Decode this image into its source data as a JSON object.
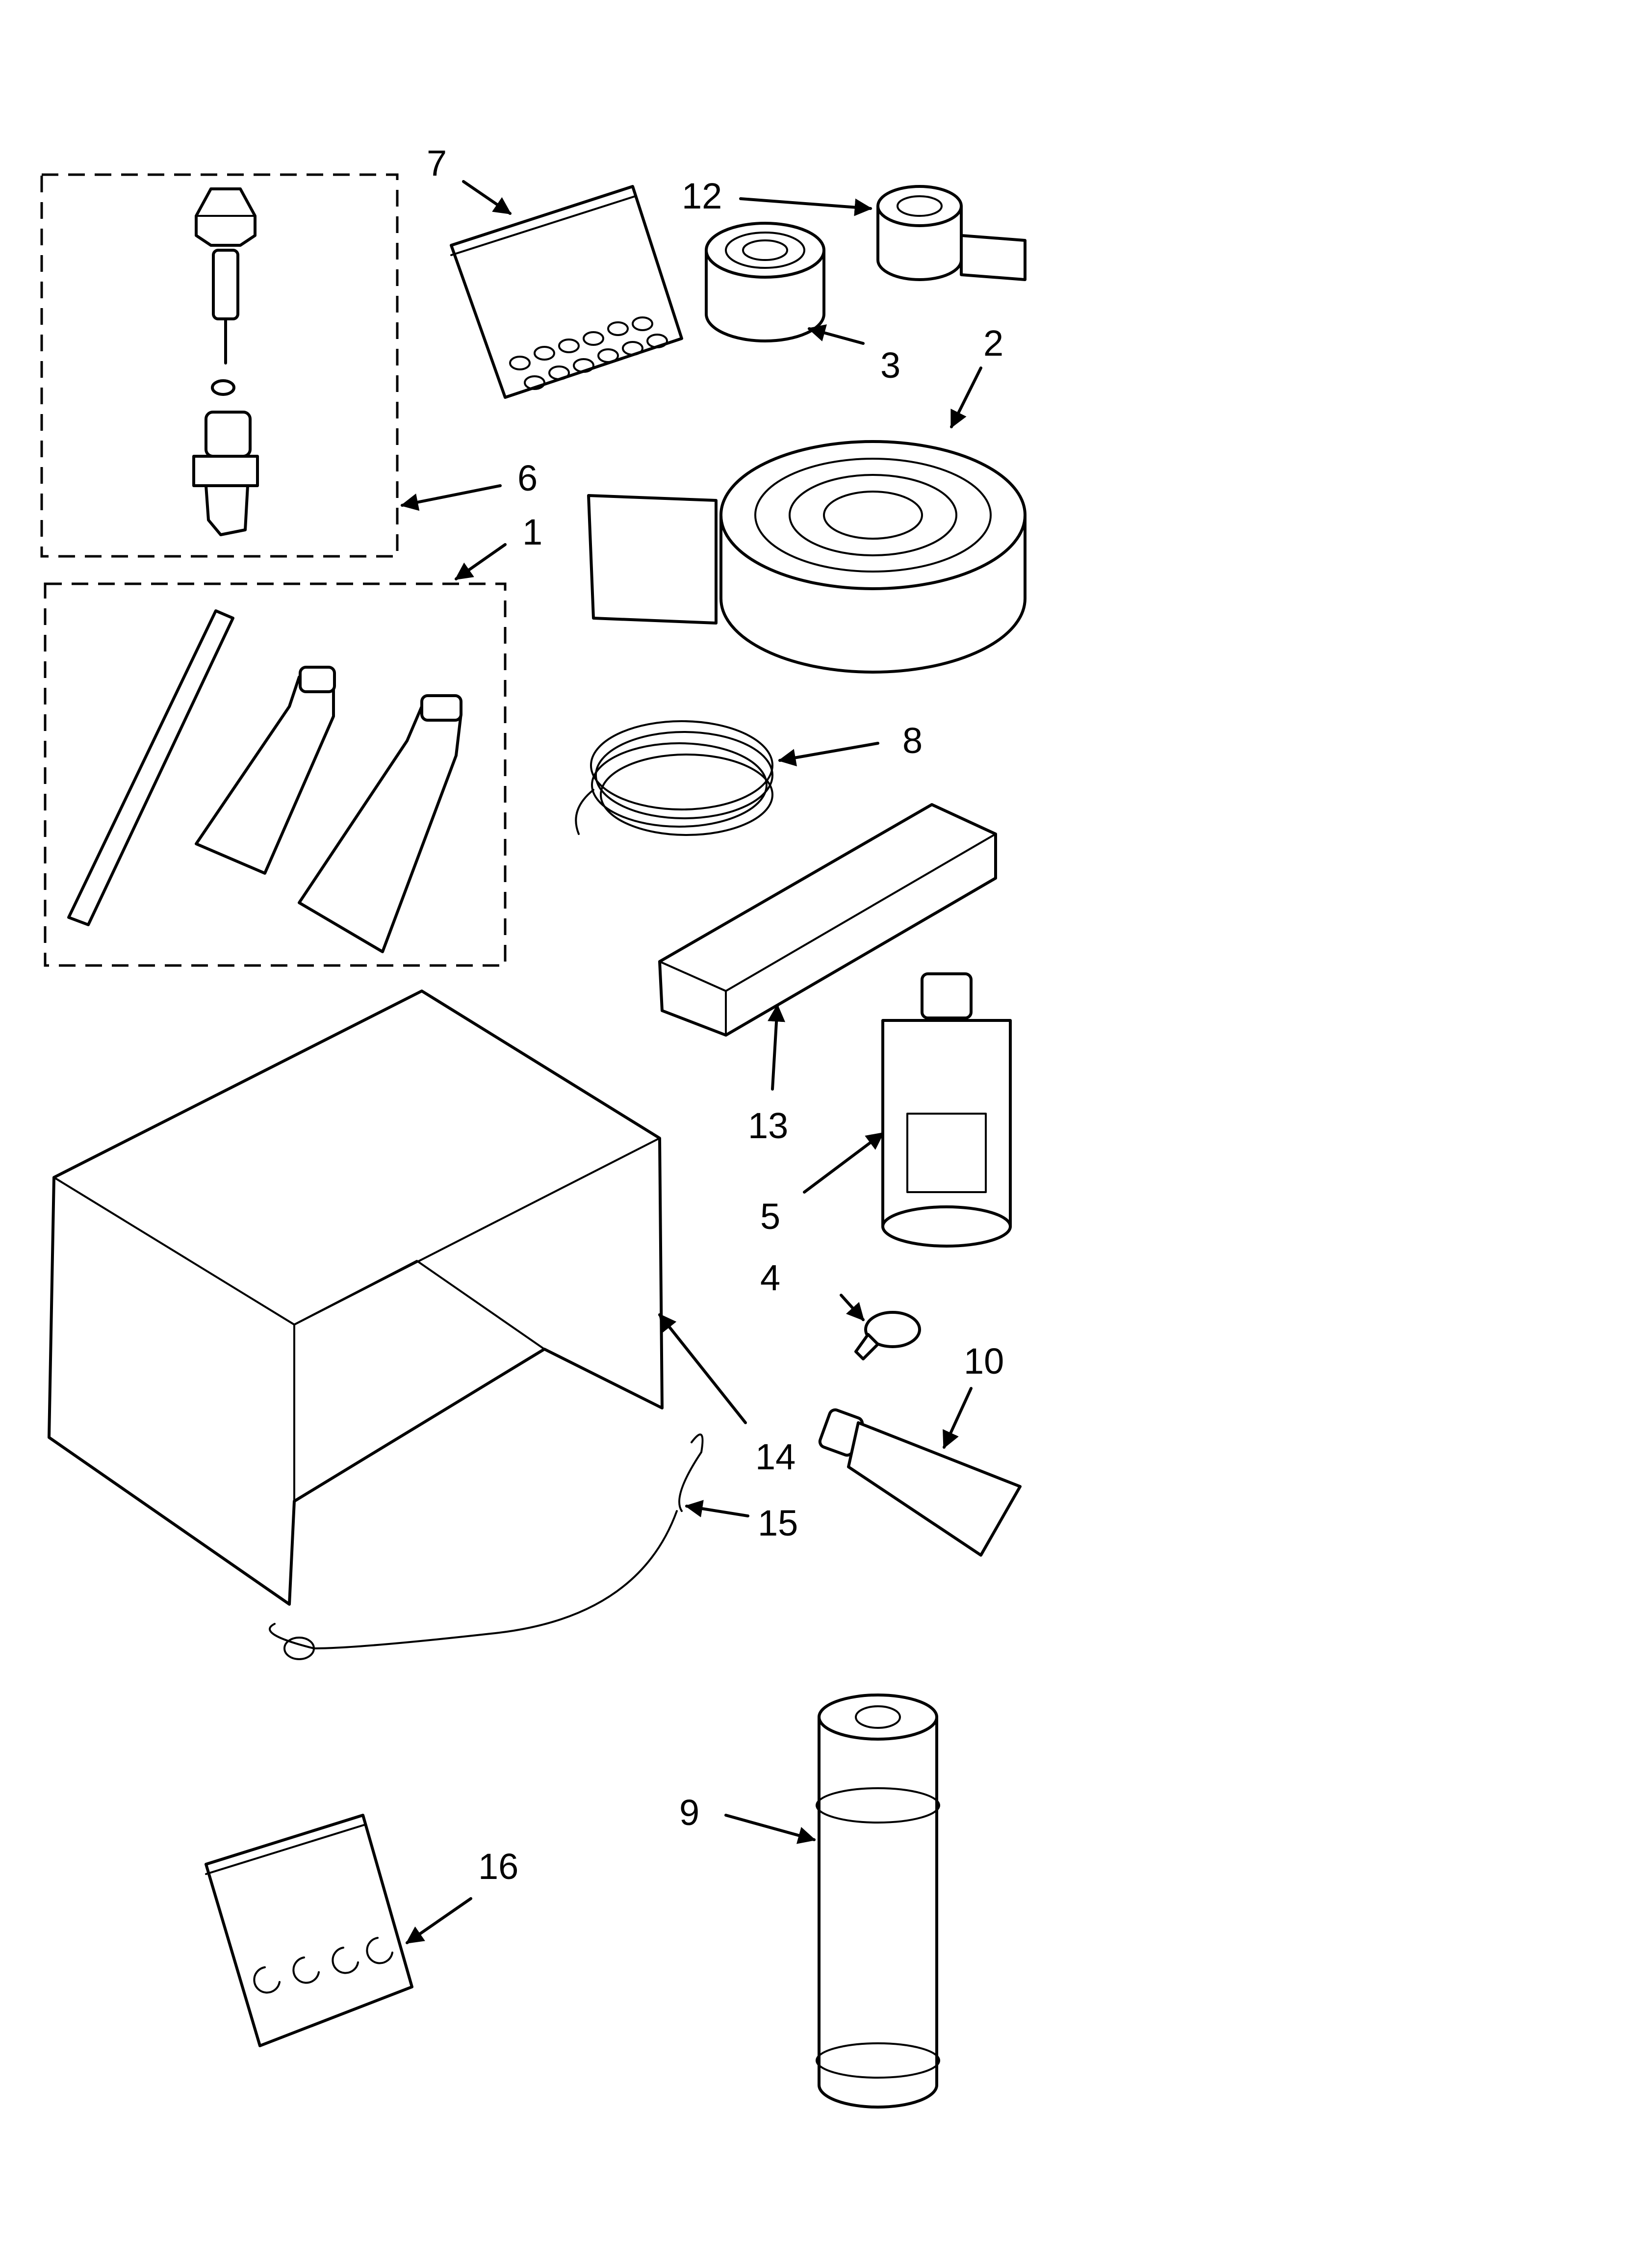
{
  "callouts": {
    "c1": "1",
    "c2": "2",
    "c3": "3",
    "c4": "4",
    "c5": "5",
    "c6": "6",
    "c7": "7",
    "c8": "8",
    "c9": "9",
    "c10": "10",
    "c12": "12",
    "c13": "13",
    "c14": "14",
    "c15": "15",
    "c16": "16"
  },
  "colors": {
    "line": "#000000",
    "background": "#ffffff"
  }
}
